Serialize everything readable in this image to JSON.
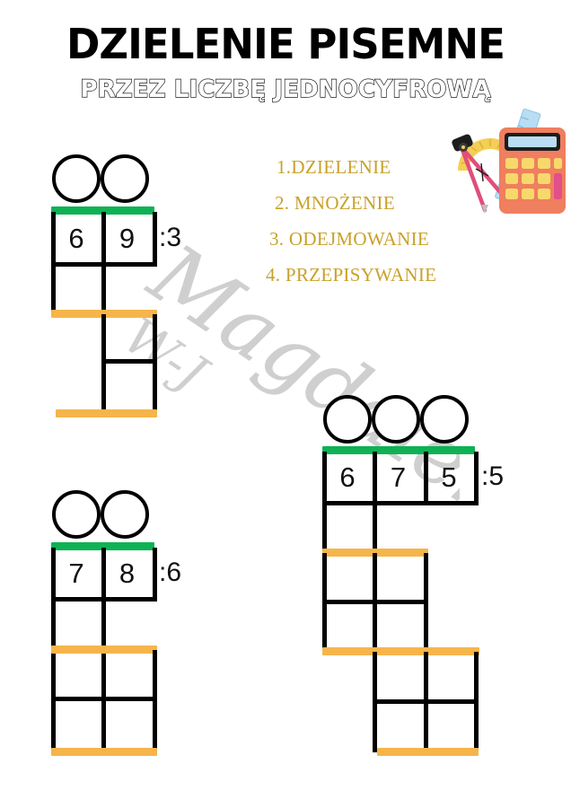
{
  "header": {
    "title": "DZIELENIE PISEMNE",
    "subtitle": "PRZEZ LICZBĘ JEDNOCYFROWĄ"
  },
  "steps": {
    "items": [
      "1.DZIELENIE",
      "2. MNOŻENIE",
      "3. ODEJMOWANIE",
      "4. PRZEPISYWANIE"
    ]
  },
  "watermark": {
    "name": "Magdalena",
    "initials": "W-J"
  },
  "colors": {
    "green_bar": "#0eb254",
    "orange_bar": "#f6b54b",
    "gold_text": "#c9a12a",
    "ink": "#000000",
    "calculator_body": "#ef7f5f",
    "calculator_key": "#f7d96b",
    "calculator_accent": "#e24f8b",
    "protractor": "#f2c94c",
    "ruler": "#a8d8f0",
    "compass": "#e04e7b"
  },
  "problems": [
    {
      "id": "problem-1",
      "dividend_digits": [
        "6",
        "9"
      ],
      "divisor_label": ":3",
      "answer_circles": 2
    },
    {
      "id": "problem-2",
      "dividend_digits": [
        "6",
        "7",
        "5"
      ],
      "divisor_label": ":5",
      "answer_circles": 3
    },
    {
      "id": "problem-3",
      "dividend_digits": [
        "7",
        "8"
      ],
      "divisor_label": ":6",
      "answer_circles": 2
    }
  ],
  "clipart": {
    "items": [
      "calculator-icon",
      "protractor-icon",
      "ruler-icon",
      "compass-icon"
    ]
  }
}
